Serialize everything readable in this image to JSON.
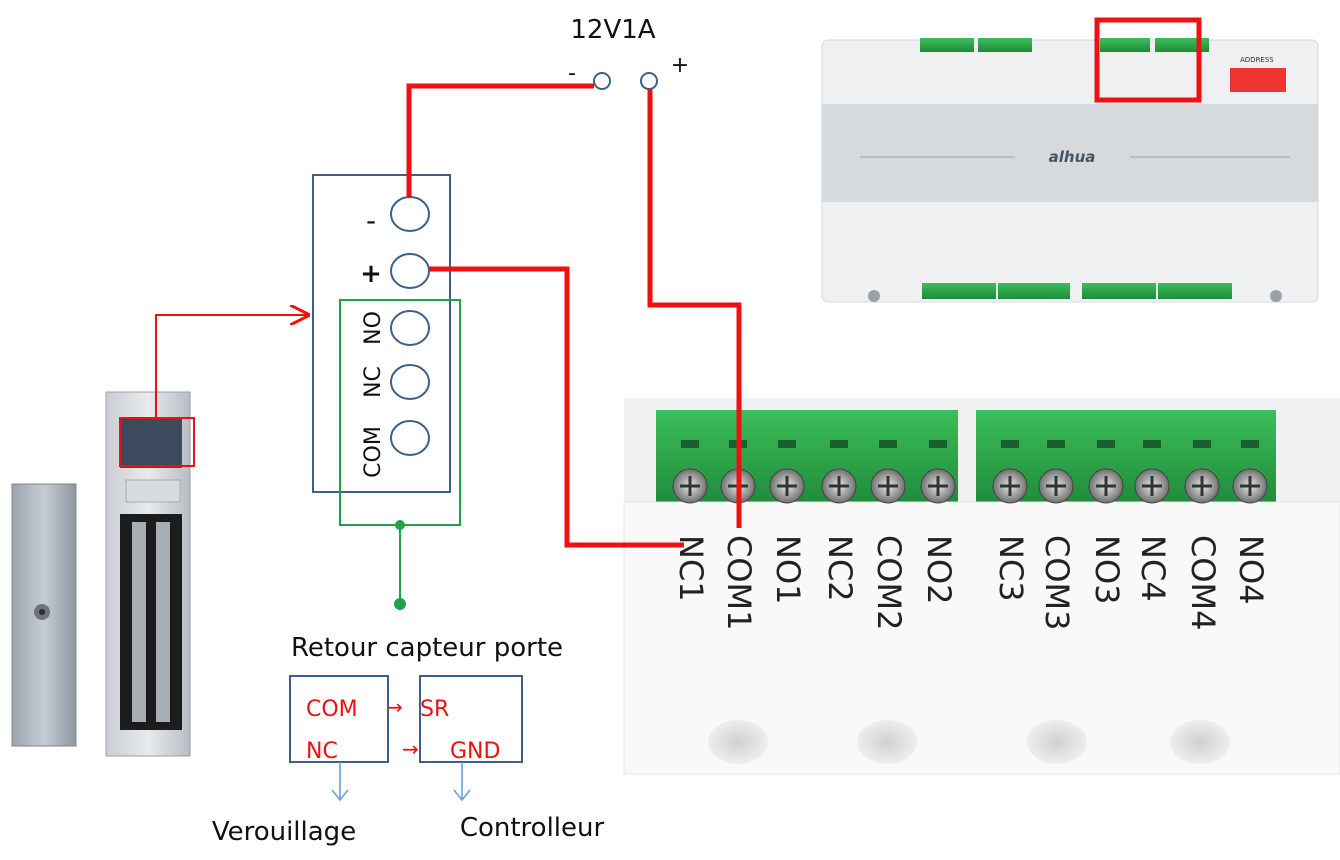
{
  "power": {
    "label": "12V1A",
    "minus": "-",
    "plus": "+"
  },
  "lock": {
    "minus": "-",
    "plus": "+",
    "no": "NO",
    "nc": "NC",
    "com": "COM"
  },
  "sensor": {
    "title": "Retour capteur porte",
    "com": "COM",
    "sr": "SR",
    "nc": "NC",
    "gnd": "GND",
    "arrow": "→"
  },
  "bottom": {
    "left": "Verouillage",
    "right": "Controlleur"
  },
  "controller": {
    "brand": "alhua",
    "address": "ADDRESS",
    "relay_labels": [
      "NC1",
      "COM1",
      "NO1",
      "NC2",
      "COM2",
      "NO2",
      "NC3",
      "COM3",
      "NO3",
      "NC4",
      "COM4",
      "NO4"
    ]
  },
  "colors": {
    "red": "#ee1111",
    "green": "#1fa24a",
    "blue": "#3e5f8a",
    "arrow_blue": "#6aa0d8"
  }
}
